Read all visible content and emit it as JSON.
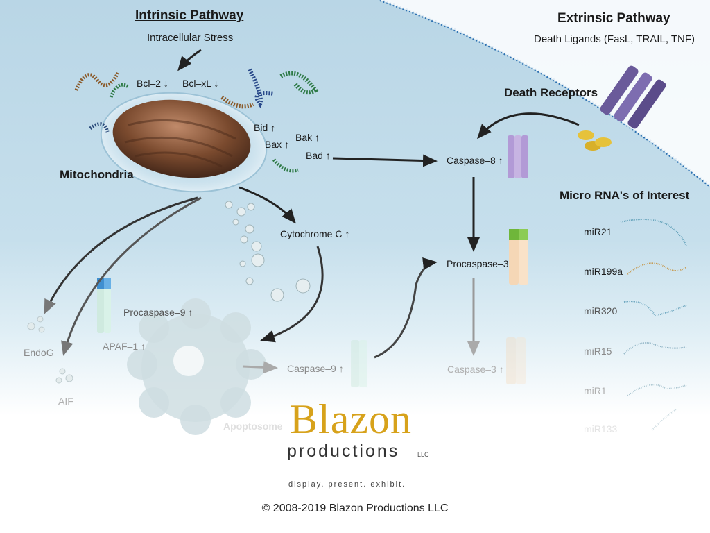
{
  "intrinsic": {
    "title": "Intrinsic Pathway",
    "subtitle": "Intracellular Stress"
  },
  "extrinsic": {
    "title": "Extrinsic Pathway",
    "subtitle": "Death Ligands (FasL, TRAIL, TNF)"
  },
  "labels": {
    "bcl2": "Bcl–2 ↓",
    "bclxl": "Bcl–xL ↓",
    "bid": "Bid ↑",
    "bax": "Bax ↑",
    "bak": "Bak ↑",
    "bad": "Bad ↑",
    "mitochondria": "Mitochondria",
    "death_receptors": "Death Receptors",
    "caspase8": "Caspase–8 ↑",
    "cytochrome": "Cytochrome C ↑",
    "procaspase3": "Procaspase–3",
    "procaspase9": "Procaspase–9 ↑",
    "apaf1": "APAF–1 ↑",
    "caspase9": "Caspase–9 ↑",
    "caspase3": "Caspase–3 ↑",
    "endog": "EndoG",
    "aif": "AIF",
    "apoptosome": "Apoptosome"
  },
  "microrna": {
    "title": "Micro RNA's of Interest",
    "items": [
      "miR21",
      "miR199a",
      "miR320",
      "miR15",
      "miR1",
      "miR133"
    ]
  },
  "brand": {
    "name": "Blazon",
    "productions": "productions",
    "llc": "LLC",
    "tagline": "display. present. exhibit."
  },
  "copyright": "© 2008-2019 Blazon Productions LLC",
  "colors": {
    "background": "#b9d6e6",
    "membrane": "#2b6fb0",
    "mitochondria": "#7a4a2e",
    "brand_gold": "#d7a21b",
    "receptor": "#6a5a9a"
  }
}
